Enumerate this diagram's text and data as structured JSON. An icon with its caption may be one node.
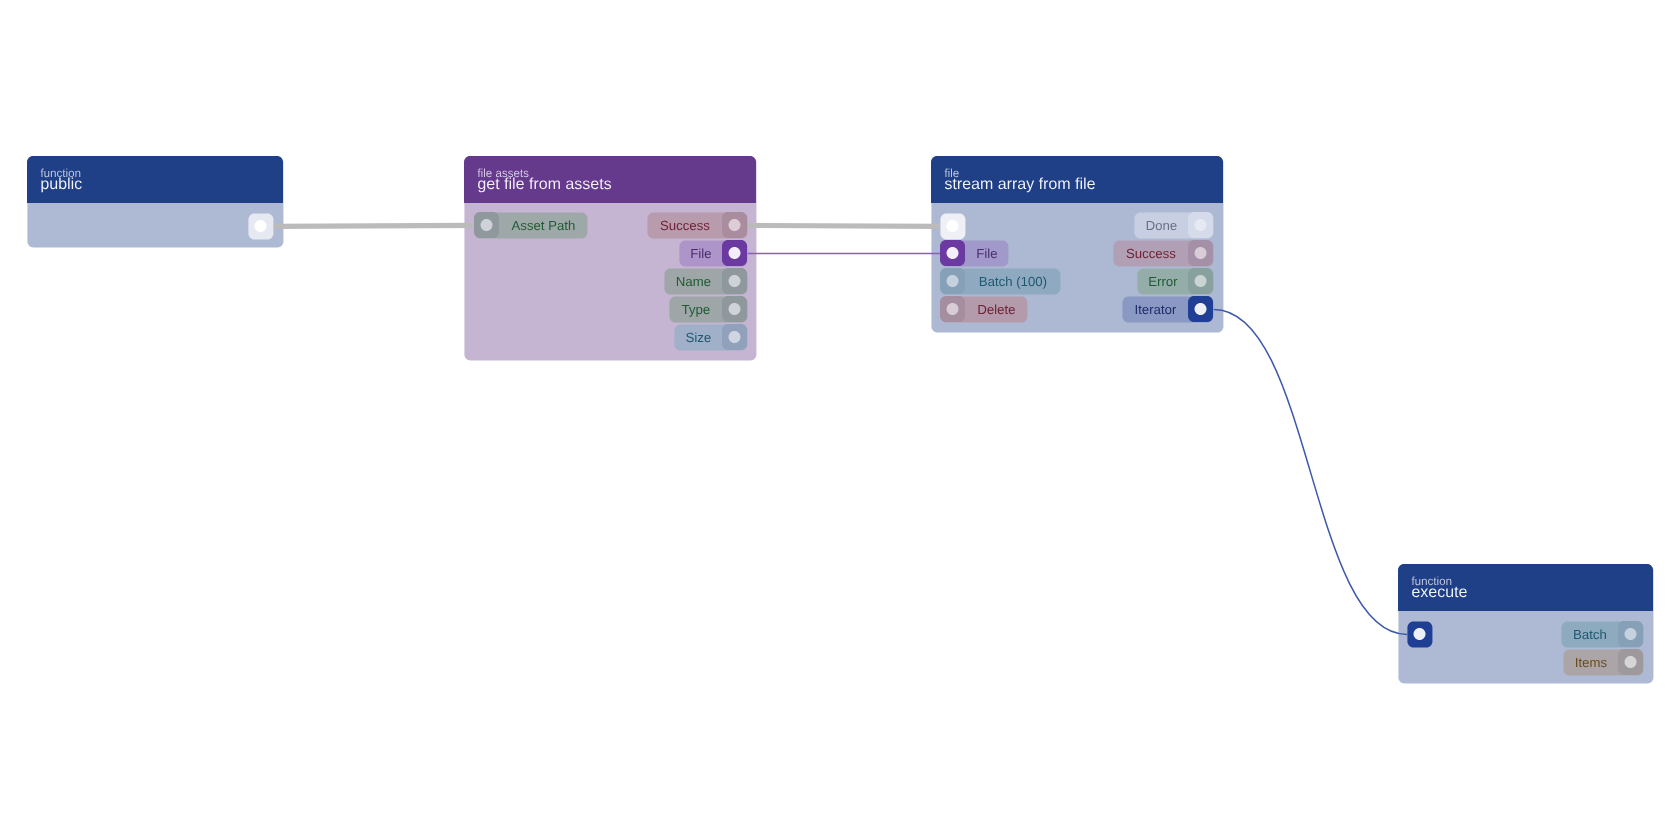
{
  "diagram": {
    "nodes": [
      {
        "text": [
          "function",
          "public"
        ]
      },
      {
        "text": [],
        "shape": "box",
        "in": 0
      },
      {
        "text": [
          "file assets",
          "get file from assets"
        ]
      },
      {
        "text": [
          "Asset Path"
        ],
        "in": 2
      },
      {
        "text": [
          "Success"
        ],
        "in": 2
      },
      {
        "text": [
          "File"
        ],
        "in": 2
      },
      {
        "text": [
          "Name"
        ],
        "in": 2
      },
      {
        "text": [
          "Type"
        ],
        "in": 2
      },
      {
        "text": [
          "Size"
        ],
        "in": 2
      },
      {
        "text": [
          "file",
          "stream array from file"
        ]
      },
      {
        "text": [],
        "shape": "box",
        "in": 9
      },
      {
        "text": [
          "Done"
        ],
        "in": 9
      },
      {
        "text": [
          "File"
        ],
        "in": 9
      },
      {
        "text": [
          "Success"
        ],
        "in": 9
      },
      {
        "text": [
          "Batch (100)"
        ],
        "in": 9
      },
      {
        "text": [
          "Error"
        ],
        "in": 9
      },
      {
        "text": [
          "Delete"
        ],
        "in": 9
      },
      {
        "text": [
          "Iterator"
        ],
        "in": 9
      },
      {
        "text": [
          "function",
          "execute"
        ]
      },
      {
        "text": [],
        "shape": "box",
        "in": 18
      },
      {
        "text": [
          "Batch"
        ],
        "in": 18
      },
      {
        "text": [
          "Items"
        ],
        "in": 18
      }
    ],
    "edges": [
      {
        "from": 1,
        "to": 3,
        "arrow": "none",
        "style": "thick",
        "color": "#bbbbbb"
      },
      {
        "from": 4,
        "to": 10,
        "arrow": "none",
        "style": "thick",
        "color": "#bbbbbb"
      },
      {
        "from": 5,
        "to": 12,
        "arrow": "none",
        "color": "#8a5cc8"
      },
      {
        "from": 17,
        "to": 19,
        "arrow": "none",
        "color": "#3d58a8"
      }
    ]
  }
}
